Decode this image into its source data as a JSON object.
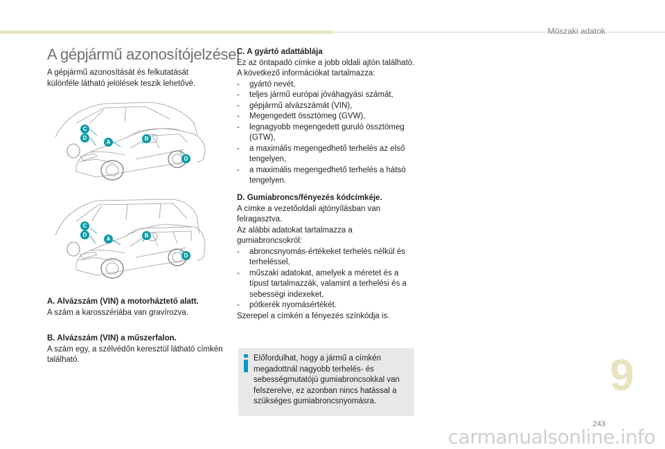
{
  "header": {
    "section": "Műszaki adatok"
  },
  "title": "A gépjármű azonosítójelzései",
  "intro": "A gépjármű azonosítását és felkutatását különféle látható jelölések teszik lehetővé.",
  "markers": {
    "a": "A",
    "b": "B",
    "c": "C",
    "d": "D"
  },
  "colors": {
    "marker_fill": "#0e9aa7",
    "accent_bar": "#e8e4bf",
    "info_blue": "#009ac7",
    "note_bg": "#e8e8e8"
  },
  "section_a": {
    "heading": "A. Alvázszám (VIN) a motorháztető alatt.",
    "text": "A szám a karosszériába van gravírozva."
  },
  "section_b": {
    "heading": "B. Alvázszám (VIN) a műszerfalon.",
    "text": "A szám egy, a szélvédőn keresztül látható címkén található."
  },
  "section_c": {
    "heading": "C. A gyártó adattáblája",
    "line1": "Ez az öntapadó címke a jobb oldali ajtón található.",
    "line2": "A következő információkat tartalmazza:",
    "items": [
      "gyártó nevét,",
      "teljes jármű európai jóváhagyási számát,",
      "gépjármű alvázszámát (VIN),",
      "Megengedett össztömeg (GVW),",
      "legnagyobb megengedett guruló össztömeg (GTW),",
      "a maximális megengedhető terhelés az első tengelyen,",
      "a maximális megengedhető terhelés a hátsó tengelyen."
    ]
  },
  "section_d": {
    "heading": "D. Gumiabroncs/fényezés kódcímkéje.",
    "line1": "A címke a vezetőoldali ajtónyílásban van felragasztva.",
    "line2": "Az alábbi adatokat tartalmazza a gumiabroncsokról:",
    "items": [
      "abroncsnyomás-értékeket terhelés nélkül és terheléssel,",
      "műszaki adatokat, amelyek a méretet és a típust tartalmazzák, valamint a terhelési és a sebességi indexeket,",
      "pótkerék nyomásértékét."
    ],
    "footer": "Szerepel a címkén a fényezés színkódja is."
  },
  "note": {
    "icon": "info-icon",
    "text": "Előfordulhat, hogy a jármű a címkén megadottnál nagyobb terhelés- és sebességmutatójú gumiabroncsokkal van felszerelve, ez azonban nincs hatással a szükséges gumiabroncsnyomásra."
  },
  "chapter_number": "9",
  "page_number": "243",
  "watermark": "carmanualsonline.info"
}
